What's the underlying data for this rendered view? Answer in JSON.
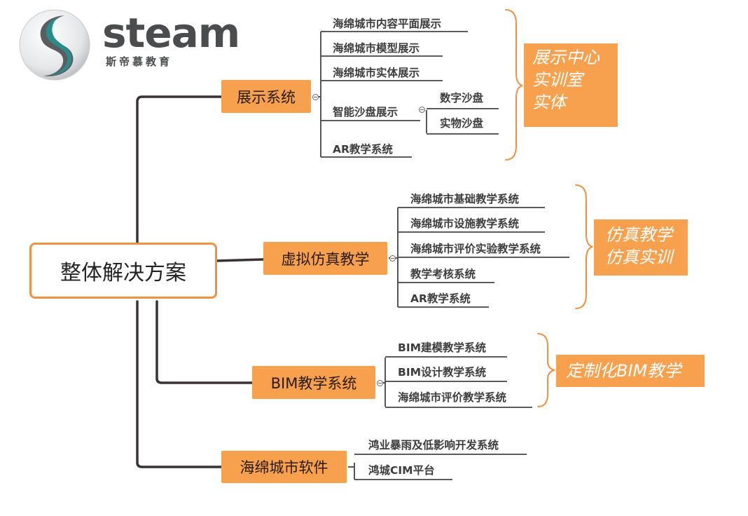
{
  "logo": {
    "word": "steam",
    "subtitle": "斯帝慕教育",
    "colors": {
      "dark": "#4a4c4e",
      "teal": "#2a8c8a"
    }
  },
  "root": {
    "label": "整体解决方案"
  },
  "branches": [
    {
      "label": "展示系统",
      "leaves": [
        "海绵城市内容平面展示",
        "海绵城市模型展示",
        "海绵城市实体展示",
        "智能沙盘展示",
        "AR教学系统"
      ],
      "subleaves": [
        "数字沙盘",
        "实物沙盘"
      ],
      "note": [
        "展示中心",
        "实训室",
        "实体"
      ]
    },
    {
      "label": "虚拟仿真教学",
      "leaves": [
        "海绵城市基础教学系统",
        "海绵城市设施教学系统",
        "海绵城市评价实验教学系统",
        "教学考核系统",
        "AR教学系统"
      ],
      "note": [
        "仿真教学",
        "仿真实训"
      ]
    },
    {
      "label": "BIM教学系统",
      "leaves": [
        "BIM建模教学系统",
        "BIM设计教学系统",
        "海绵城市评价教学系统"
      ],
      "note": [
        "定制化BIM教学"
      ]
    },
    {
      "label": "海绵城市软件",
      "leaves": [
        "鸿业暴雨及低影响开发系统",
        "鸿城CIM平台"
      ]
    }
  ],
  "colors": {
    "accent": "#f7a04d",
    "border": "#f0913f",
    "line": "#3a3a3a",
    "leaf_text": "#3d3d3d"
  }
}
